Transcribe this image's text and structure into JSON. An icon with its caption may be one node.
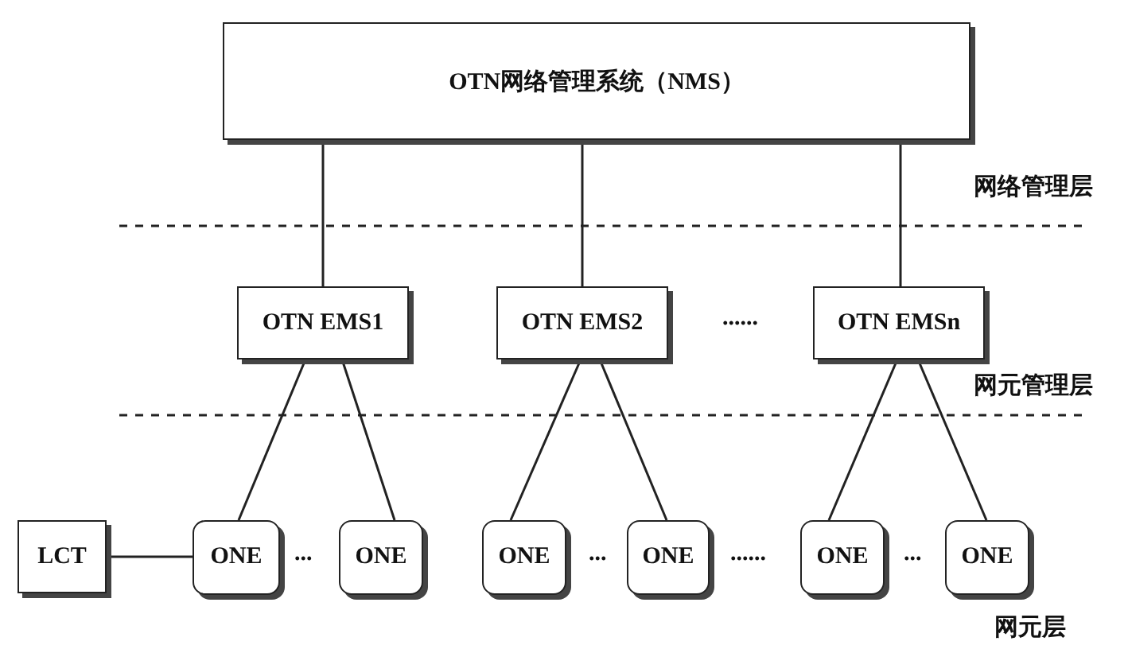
{
  "diagram": {
    "nodes": [
      {
        "text": [
          "OTN网络管理系统（NMS）"
        ]
      },
      {
        "text": [
          "OTN EMS1"
        ]
      },
      {
        "text": [
          "OTN EMS2"
        ]
      },
      {
        "text": [
          "OTN EMSn"
        ]
      },
      {
        "text": [
          "LCT"
        ]
      },
      {
        "text": [
          "ONE"
        ]
      },
      {
        "text": [
          "ONE"
        ]
      },
      {
        "text": [
          "ONE"
        ]
      },
      {
        "text": [
          "ONE"
        ]
      },
      {
        "text": [
          "ONE"
        ]
      },
      {
        "text": [
          "ONE"
        ]
      }
    ],
    "edges": [
      {
        "from": 0,
        "to": 1,
        "arrow": "none"
      },
      {
        "from": 0,
        "to": 2,
        "arrow": "none"
      },
      {
        "from": 0,
        "to": 3,
        "arrow": "none"
      },
      {
        "from": 1,
        "to": 5,
        "arrow": "none"
      },
      {
        "from": 1,
        "to": 6,
        "arrow": "none"
      },
      {
        "from": 2,
        "to": 7,
        "arrow": "none"
      },
      {
        "from": 2,
        "to": 8,
        "arrow": "none"
      },
      {
        "from": 3,
        "to": 9,
        "arrow": "none"
      },
      {
        "from": 3,
        "to": 10,
        "arrow": "none"
      },
      {
        "from": 4,
        "to": 5,
        "arrow": "none"
      }
    ],
    "labels": [
      "网络管理层",
      "......",
      "网元管理层",
      "...",
      "...",
      "......",
      "...",
      "网元层"
    ]
  }
}
